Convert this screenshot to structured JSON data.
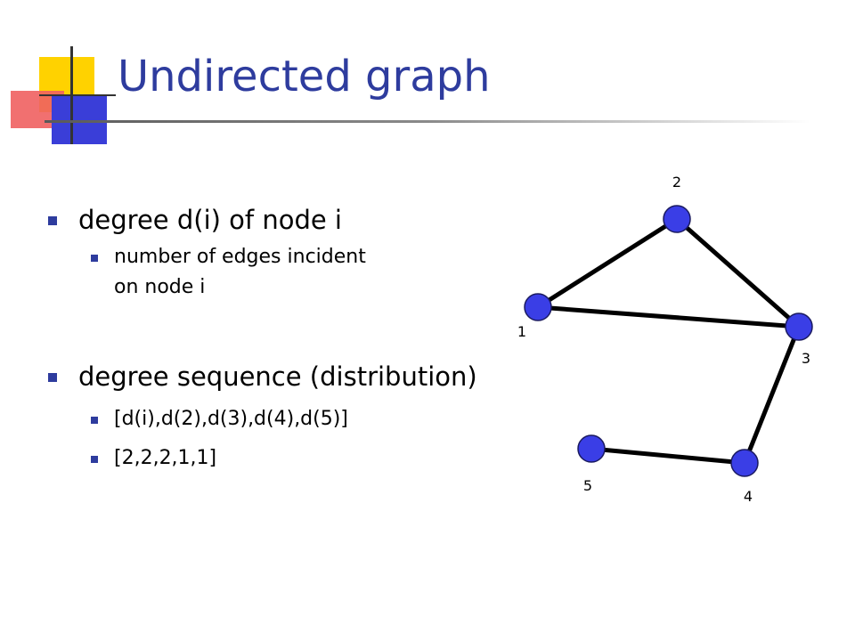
{
  "slide": {
    "title": "Undirected graph"
  },
  "bullets": {
    "degree": "degree d(i) of node i",
    "degree_def": "number of edges incident on node i",
    "sequence": "degree sequence (distribution)",
    "sequence_formula": "[d(i),d(2),d(3),d(4),d(5)]",
    "sequence_values": "[2,2,2,1,1]"
  },
  "graph": {
    "nodes": [
      {
        "id": "1",
        "label": "1"
      },
      {
        "id": "2",
        "label": "2"
      },
      {
        "id": "3",
        "label": "3"
      },
      {
        "id": "4",
        "label": "4"
      },
      {
        "id": "5",
        "label": "5"
      }
    ],
    "edges": [
      {
        "from": "1",
        "to": "2"
      },
      {
        "from": "2",
        "to": "3"
      },
      {
        "from": "1",
        "to": "3"
      },
      {
        "from": "3",
        "to": "4"
      },
      {
        "from": "5",
        "to": "4"
      }
    ],
    "node_color": "#3a3ee6"
  },
  "colors": {
    "title": "#2e3c9e",
    "bullet": "#2e3c9e",
    "deco_yellow": "#ffd200",
    "deco_red": "#f05a5a",
    "deco_blue": "#3a3ed8"
  }
}
